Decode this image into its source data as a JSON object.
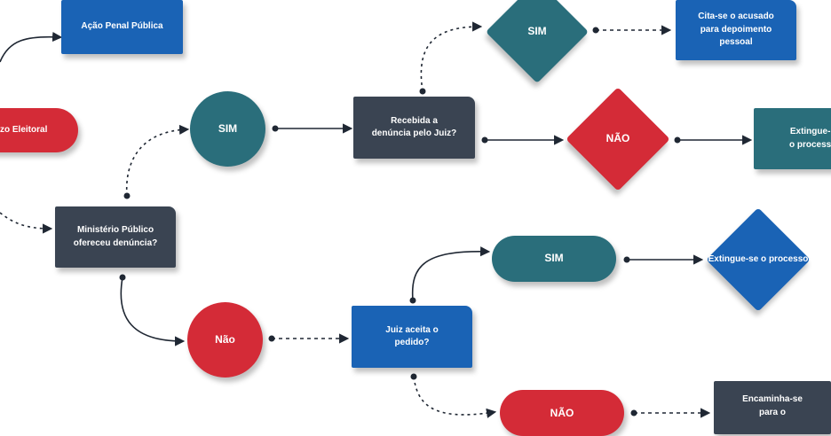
{
  "nodes": {
    "acao_penal": "Ação Penal Pública",
    "juizo_eleitoral": "zo Eleitoral",
    "ministerio": "Ministério Público\nofereceu denúncia?",
    "sim_1": "SIM",
    "nao_1": "Não",
    "recebida": "Recebida a\ndenúncia pelo Juiz?",
    "sim_2": "SIM",
    "nao_2": "NÃO",
    "cita_se": "Cita-se o acusado\npara depoimento\npessoal",
    "extingue_1": "Extingue-\no process",
    "juiz_aceita": "Juiz aceita o\npedido?",
    "sim_3": "SIM",
    "extingue_2": "Extingue-se\no processo",
    "nao_3": "NÃO",
    "encaminha": "Encaminha-se\npara o"
  },
  "colors": {
    "blue": "#1a63b5",
    "dark": "#3a4452",
    "red": "#d42b37",
    "teal": "#2a6e7b",
    "connector": "#1f2733"
  }
}
